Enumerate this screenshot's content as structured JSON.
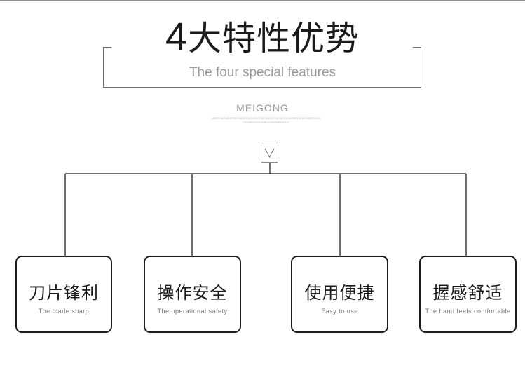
{
  "header": {
    "title_num": "4",
    "title_text": "大特性优势",
    "subtitle": "The four special features",
    "brand": "MEIGONG",
    "micro_line_1": "MEIGONGMEIGONGMEIGONGMEIGONGMEIGONGMEIGONGMEIGONGMEIGONG",
    "micro_line_2": "ONGMEIGONGMEIGONGMEIGONG"
  },
  "features": [
    {
      "name": "刀片锋利",
      "subtitle": "The blade sharp"
    },
    {
      "name": "操作安全",
      "subtitle": "The operational safety"
    },
    {
      "name": "使用便捷",
      "subtitle": "Easy to use"
    },
    {
      "name": "握感舒适",
      "subtitle": "The hand feels comfortable"
    }
  ],
  "colors": {
    "line": "#1e1e1e",
    "subtitle_gray": "#9a9a9a"
  },
  "icons": {
    "expand": "chevron-down-icon"
  }
}
